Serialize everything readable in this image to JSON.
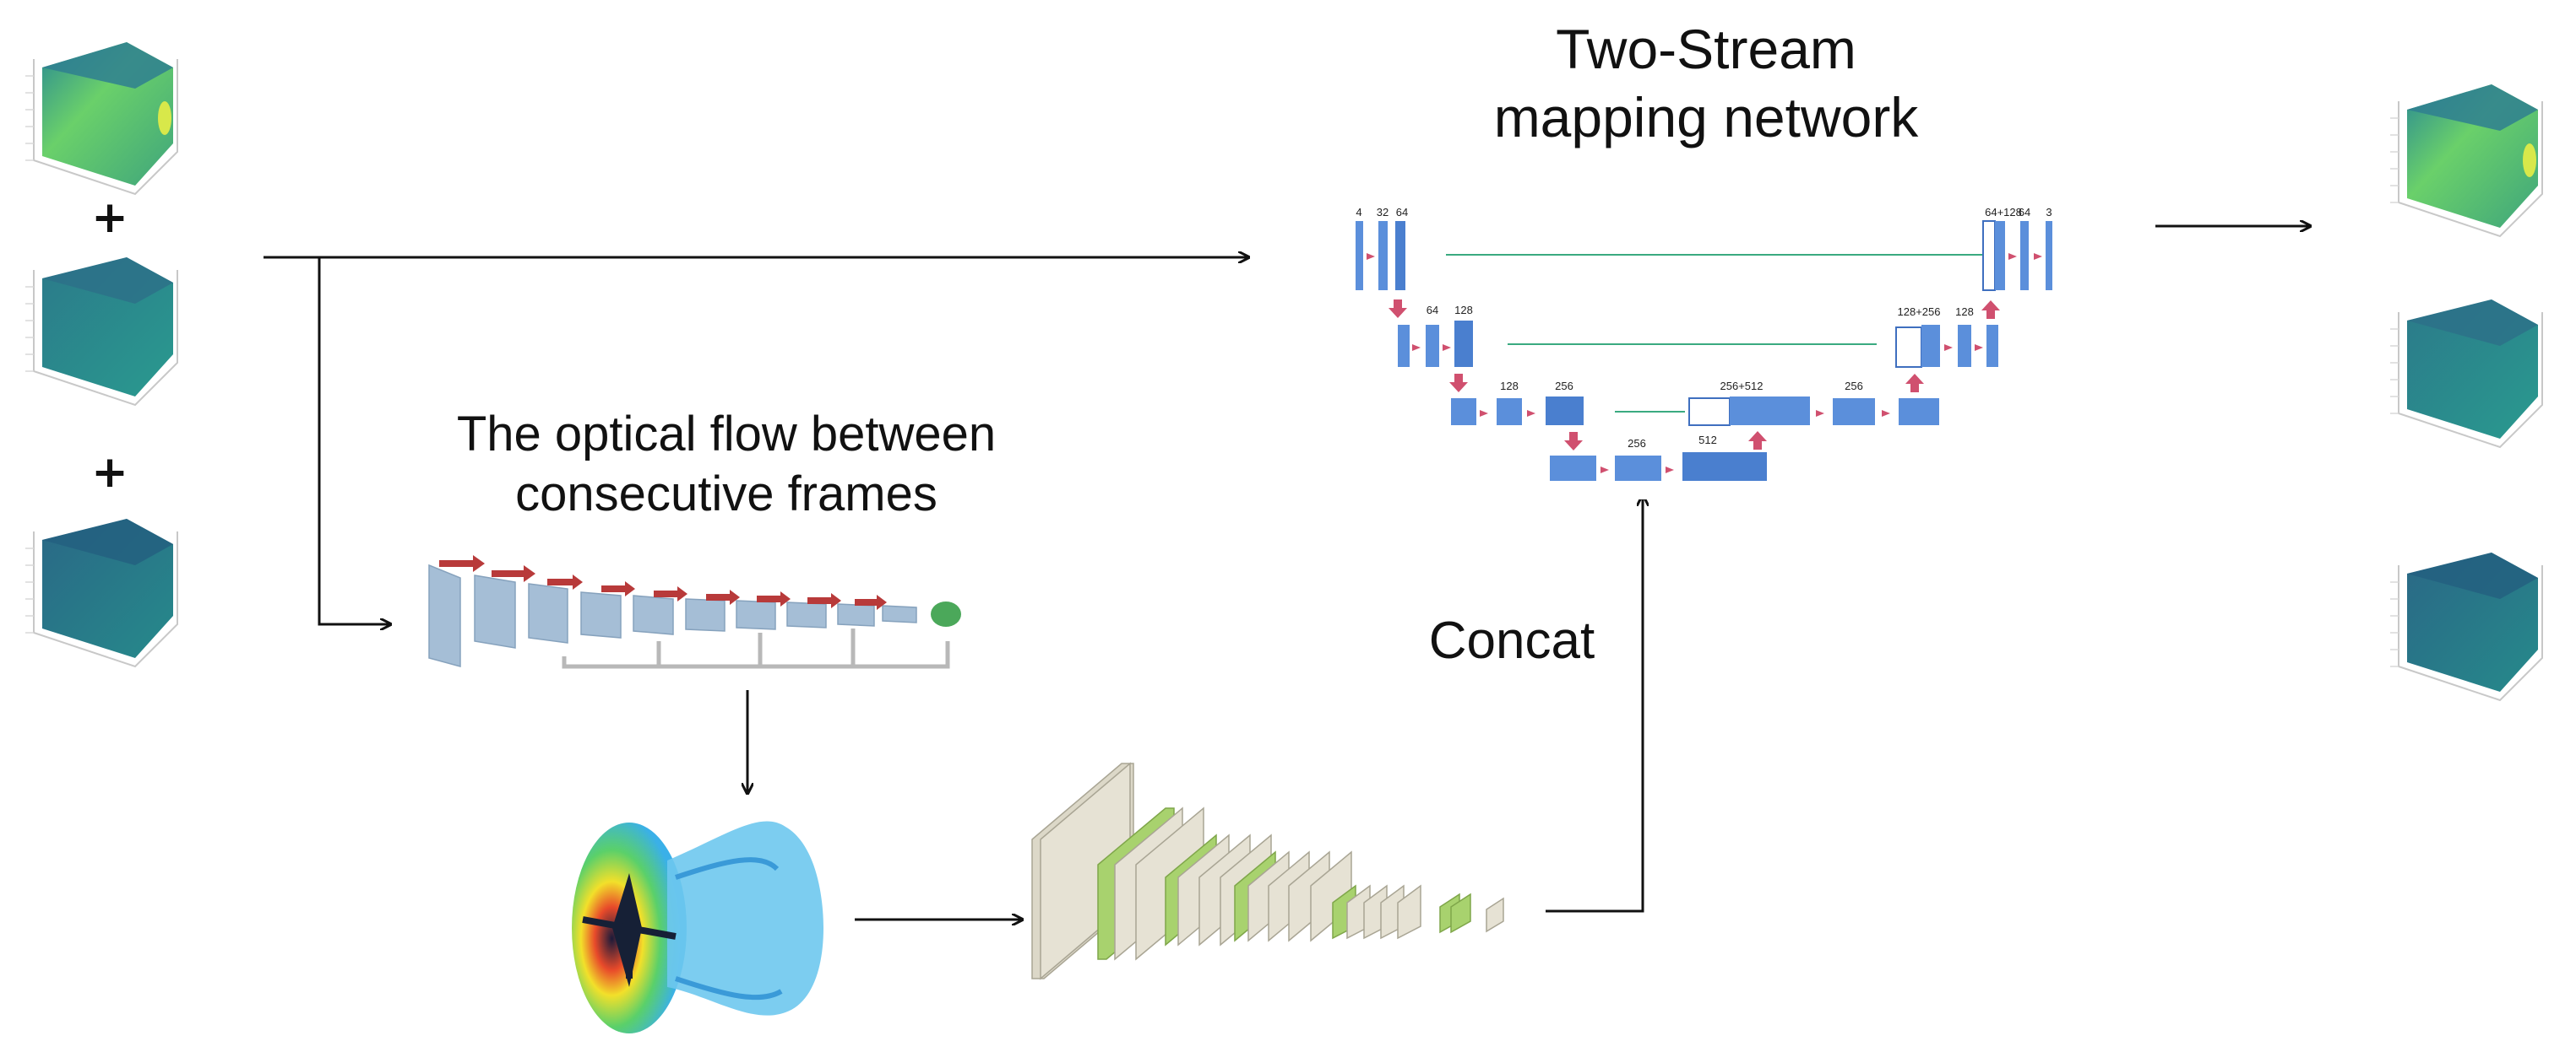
{
  "labels": {
    "two_stream_line1": "Two-Stream",
    "two_stream_line2": "mapping network",
    "optical_flow_line1": "The optical flow between",
    "optical_flow_line2": "consecutive frames",
    "concat": "Concat",
    "plus": "+"
  },
  "unet_channel_labels": {
    "in_4": "4",
    "in_32": "32",
    "in_64": "64",
    "l2_64": "64",
    "l2_128": "128",
    "l3_128": "128",
    "l3_256": "256",
    "b_256": "256",
    "b_512": "512",
    "u3_256_512": "256+512",
    "u3_256": "256",
    "u2_128_256": "128+256",
    "u2_128": "128",
    "u1_64_128": "64+128",
    "u1_64": "64",
    "u1_3": "3"
  },
  "colors": {
    "unet_block": "#5b8fdb",
    "unet_block_dark": "#3f6fbf",
    "down_arrow": "#d0506f",
    "skip_line": "#3aaa80",
    "cnn_block": "#dcd8c8",
    "cnn_block_green": "#a8d26e",
    "vgg_red_arrow": "#b83a3a",
    "cube_green": "#5fc66a",
    "cube_teal": "#2b8f92",
    "cube_dark": "#216c86"
  }
}
